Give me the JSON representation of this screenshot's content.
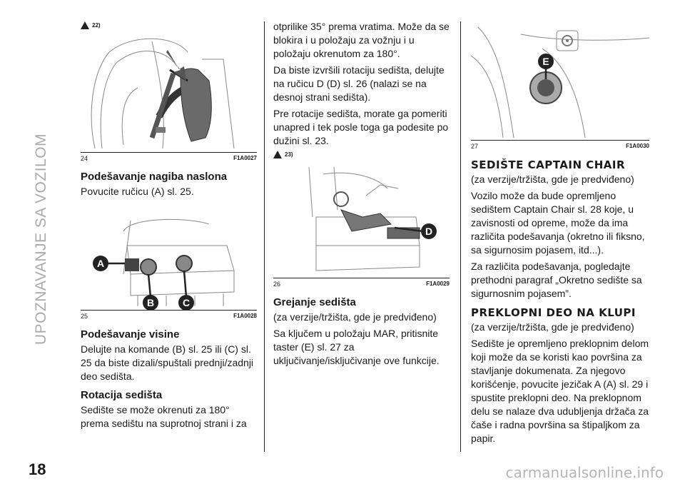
{
  "side_title": "UPOZNAVANJE SA VOZILOM",
  "page_number": "18",
  "watermark": "carmanualsonline.info",
  "col1": {
    "note1": "22)",
    "fig24": {
      "num": "24",
      "code": "F1A0027"
    },
    "h_naslon": "Podešavanje nagiba naslona",
    "p_naslon": "Povucite ručicu (A) sl. 25.",
    "fig25": {
      "num": "25",
      "code": "F1A0028",
      "label_a": "A",
      "label_b": "B",
      "label_c": "C"
    },
    "h_visine": "Podešavanje visine",
    "p_visine": "Delujte na komande (B) sl. 25 ili (C) sl. 25 da biste dizali/spuštali prednji/zadnji deo sedišta.",
    "h_rotacija": "Rotacija sedišta",
    "p_rotacija": "Sedište se može okrenuti za 180° prema sedištu na suprotnoj strani i za"
  },
  "col2": {
    "p1": "otprilike 35° prema vratima. Može da se blokira i u položaju za vožnju i u položaju okrenutom za 180°.",
    "p2": "Da biste izvršili rotaciju sedišta, delujte na ručicu D (D) sl. 26 (nalazi se na desnoj strani sedišta).",
    "p3": "Pre rotacije sedišta, morate ga pomeriti unapred i tek posle toga ga podesite po dužini sl. 23.",
    "note2": "23)",
    "fig26": {
      "num": "26",
      "code": "F1A0029",
      "label_d": "D"
    },
    "h_grejanje": "Grejanje sedišta",
    "p_grejanje1": "(za verzije/tržišta, gde je predviđeno)",
    "p_grejanje2": "Sa ključem u položaju MAR, pritisnite taster (E) sl. 27 za uključivanje/isključivanje ove funkcije."
  },
  "col3": {
    "fig27": {
      "num": "27",
      "code": "F1A0030",
      "label_e": "E"
    },
    "h_captain": "SEDIŠTE CAPTAIN CHAIR",
    "p_captain1": "(za verzije/tržišta, gde je predviđeno)",
    "p_captain2": "Vozilo može da bude opremljeno sedištem Captain Chair sl. 28 koje, u zavisnosti od opreme, može da ima različita podešavanja (okretno ili fiksno, sa sigurnosim pojasem, itd...).",
    "p_captain3": "Za različita podešavanja, pogledajte prethodni paragraf „Okretno sedište sa sigurnosnim pojasem”.",
    "h_preklopni": "PREKLOPNI DEO NA KLUPI",
    "p_preklopni1": "(za verzije/tržišta, gde je predviđeno)",
    "p_preklopni2": "Sedište je opremljeno preklopnim delom koji može da se koristi kao površina za stavljanje dokumenata. Za njegovo korišćenje, povucite jezičak A (A) sl. 29 i spustite preklopni deo. Na preklopnom delu se nalaze dva udubljenja držača za čaše i radna površina sa štipaljkom za papir."
  }
}
